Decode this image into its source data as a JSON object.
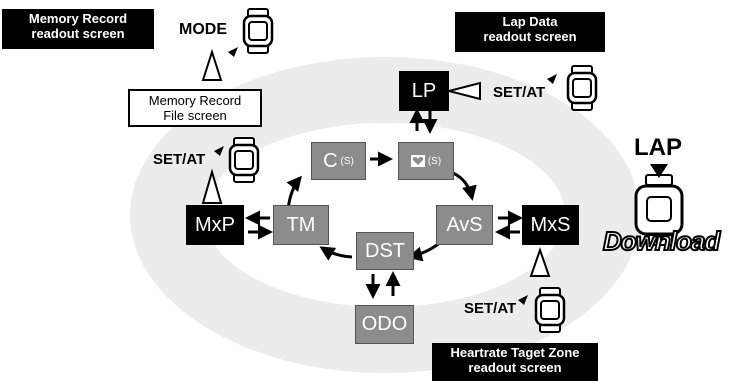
{
  "labels": {
    "memory_record_readout": "Memory Record\nreadout screen",
    "lap_data_readout": "Lap Data\nreadout screen",
    "memory_record_file": "Memory Record\nFile screen",
    "heartrate_zone_readout": "Heartrate Taget Zone\nreadout screen"
  },
  "buttons": {
    "mode": "MODE",
    "set_at_top": "SET/AT",
    "set_at_left": "SET/AT",
    "set_at_bottom": "SET/AT",
    "lap": "LAP"
  },
  "download_text": "Download",
  "nodes": {
    "lp": "LP",
    "c_main": "C",
    "c_sub": "(S)",
    "icon_sub": "(S)",
    "avs": "AvS",
    "mxs": "MxS",
    "dst": "DST",
    "tm": "TM",
    "mxp": "MxP",
    "odo": "ODO"
  },
  "colors": {
    "node_gray": "#8c8c8c",
    "node_black": "#000000",
    "ring": "#ececec"
  },
  "icons": [
    "watch-icon",
    "heart-icon",
    "arrow-icon"
  ]
}
